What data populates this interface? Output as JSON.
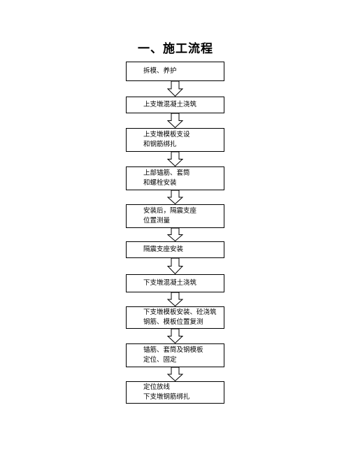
{
  "title": "一、施工流程",
  "steps": [
    {
      "lines": [
        "拆模、养护"
      ]
    },
    {
      "lines": [
        "上支墩混凝土浇筑"
      ]
    },
    {
      "lines": [
        "上支墩模板支设",
        "和钢筋绑扎"
      ]
    },
    {
      "lines": [
        "上部锚筋、套筒",
        "和螺栓安装"
      ]
    },
    {
      "lines": [
        "安装后，隔震支座",
        "位置测量"
      ]
    },
    {
      "lines": [
        "隔震支座安装"
      ]
    },
    {
      "lines": [
        "下支墩混凝土浇筑"
      ]
    },
    {
      "lines": [
        "下支墩模板安装、砼浇筑",
        "钢筋、模板位置复测"
      ]
    },
    {
      "lines": [
        "锚筋、套筒及钢模板",
        "定位、固定"
      ]
    },
    {
      "lines": [
        "定位放线",
        "下支墩钢筋绑扎"
      ]
    }
  ]
}
